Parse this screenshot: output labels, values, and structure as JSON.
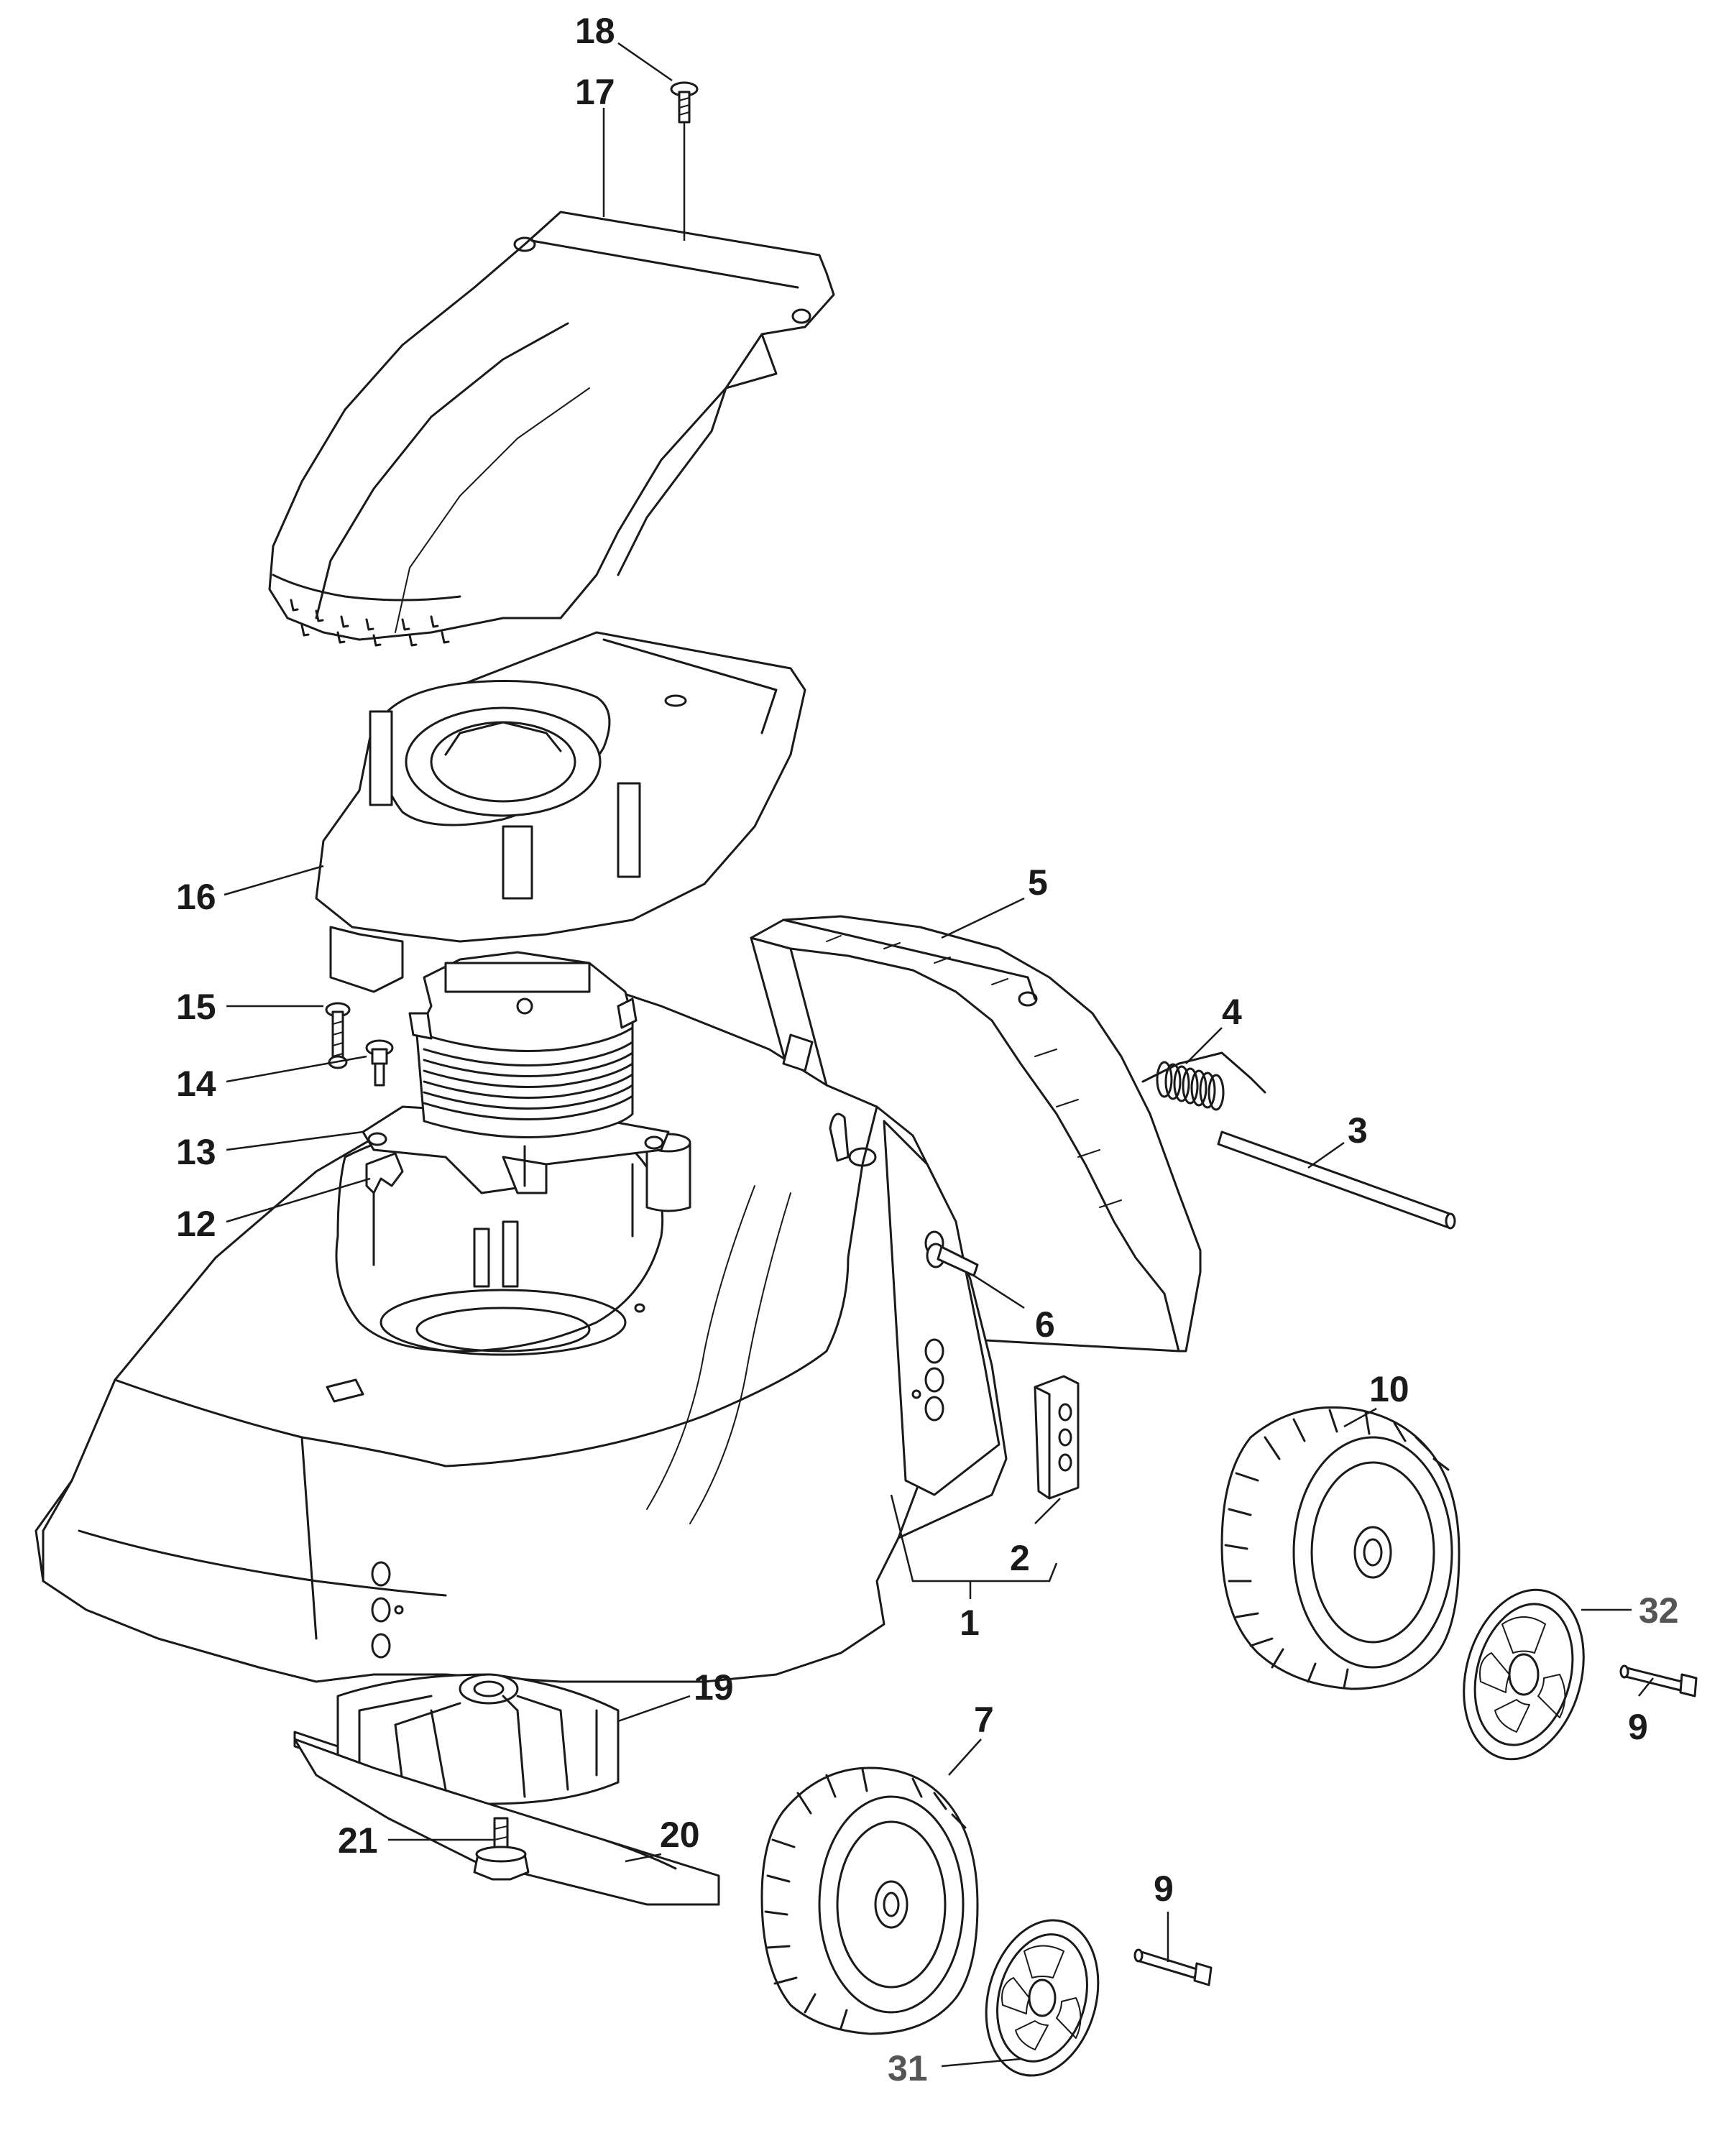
{
  "diagram": {
    "callouts": [
      {
        "id": "c18",
        "text": "18"
      },
      {
        "id": "c17",
        "text": "17"
      },
      {
        "id": "c16",
        "text": "16"
      },
      {
        "id": "c15",
        "text": "15"
      },
      {
        "id": "c14",
        "text": "14"
      },
      {
        "id": "c13",
        "text": "13"
      },
      {
        "id": "c12",
        "text": "12"
      },
      {
        "id": "c5",
        "text": "5"
      },
      {
        "id": "c4",
        "text": "4"
      },
      {
        "id": "c3",
        "text": "3"
      },
      {
        "id": "c6",
        "text": "6"
      },
      {
        "id": "c10",
        "text": "10"
      },
      {
        "id": "c2",
        "text": "2"
      },
      {
        "id": "c1",
        "text": "1"
      },
      {
        "id": "c32",
        "text": "32"
      },
      {
        "id": "c9a",
        "text": "9"
      },
      {
        "id": "c19",
        "text": "19"
      },
      {
        "id": "c7",
        "text": "7"
      },
      {
        "id": "c20",
        "text": "20"
      },
      {
        "id": "c21",
        "text": "21"
      },
      {
        "id": "c9b",
        "text": "9"
      },
      {
        "id": "c31",
        "text": "31"
      }
    ]
  }
}
